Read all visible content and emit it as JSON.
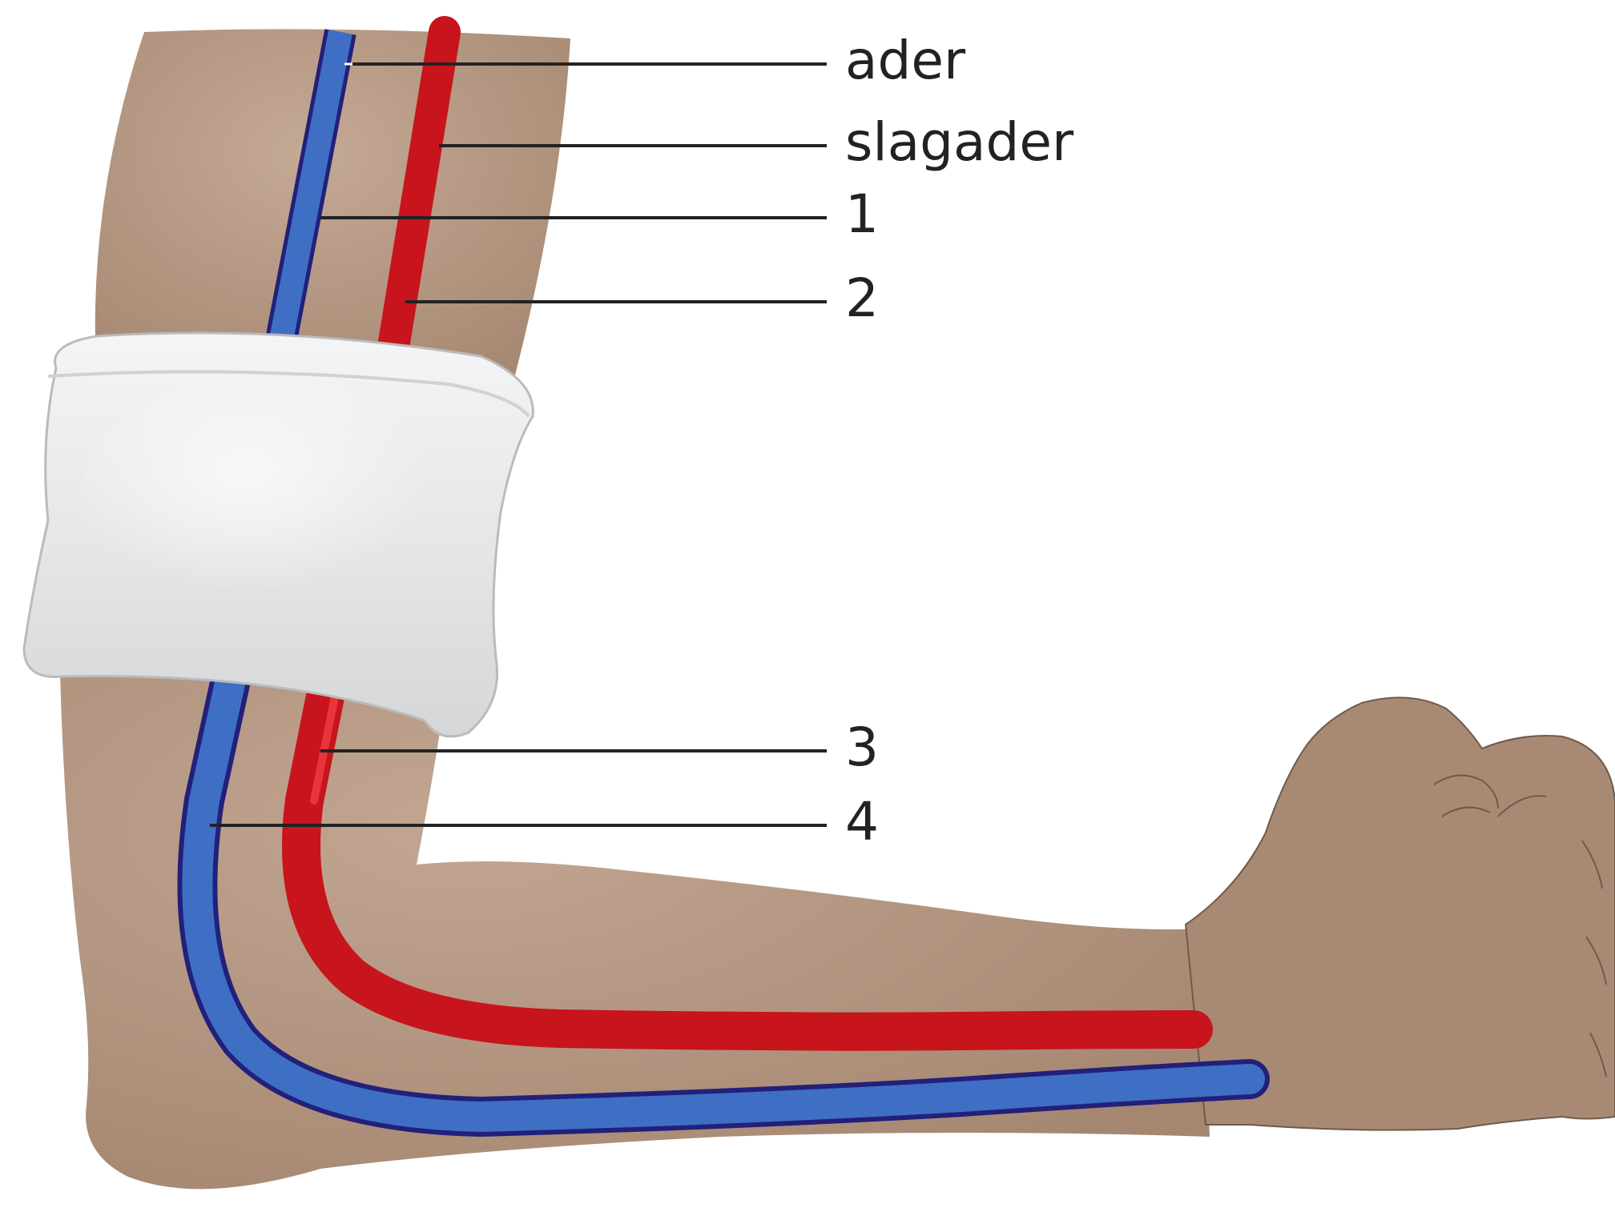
{
  "colors": {
    "skin": "#a88a74",
    "skin_light": "#c2a692",
    "skin_outline": "#6f5a4b",
    "vein": "#3f6fc4",
    "vein_outline": "#22207a",
    "artery": "#c8141c",
    "artery_highlight": "#e8353a",
    "cuff": "#e8e9ea",
    "cuff_outline": "#b9bbbd",
    "label_text": "#222222"
  },
  "labels": {
    "vein": "ader",
    "artery": "slagader",
    "n1": "1",
    "n2": "2",
    "n3": "3",
    "n4": "4"
  },
  "icons": {
    "arm": "arm-illustration",
    "cuff": "blood-pressure-cuff",
    "fist": "clenched-fist"
  }
}
